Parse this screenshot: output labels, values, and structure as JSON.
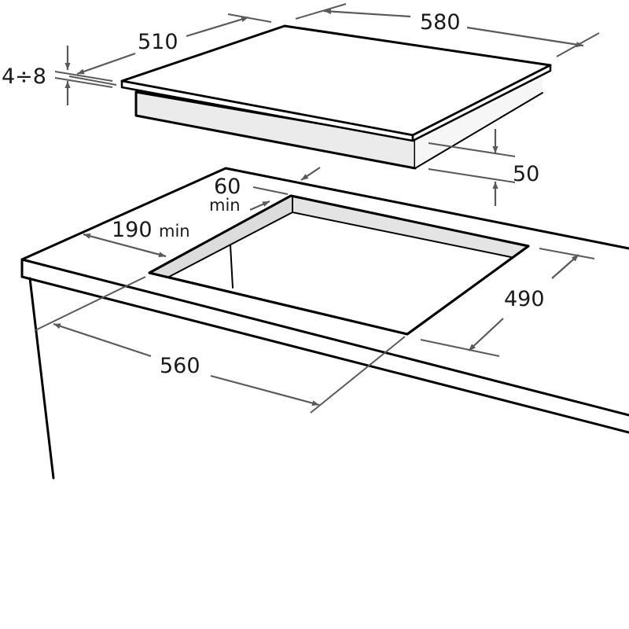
{
  "dimensions": {
    "hob_width": "580",
    "hob_depth": "510",
    "hob_thickness": "4÷8",
    "hob_height": "50",
    "rear_gap": "60",
    "rear_gap_suffix": "min",
    "front_gap": "190",
    "front_gap_suffix": "min",
    "cutout_width": "560",
    "cutout_depth": "490"
  },
  "colors": {
    "outline": "#000000",
    "dimension": "#5a5a5a",
    "background": "#ffffff"
  }
}
